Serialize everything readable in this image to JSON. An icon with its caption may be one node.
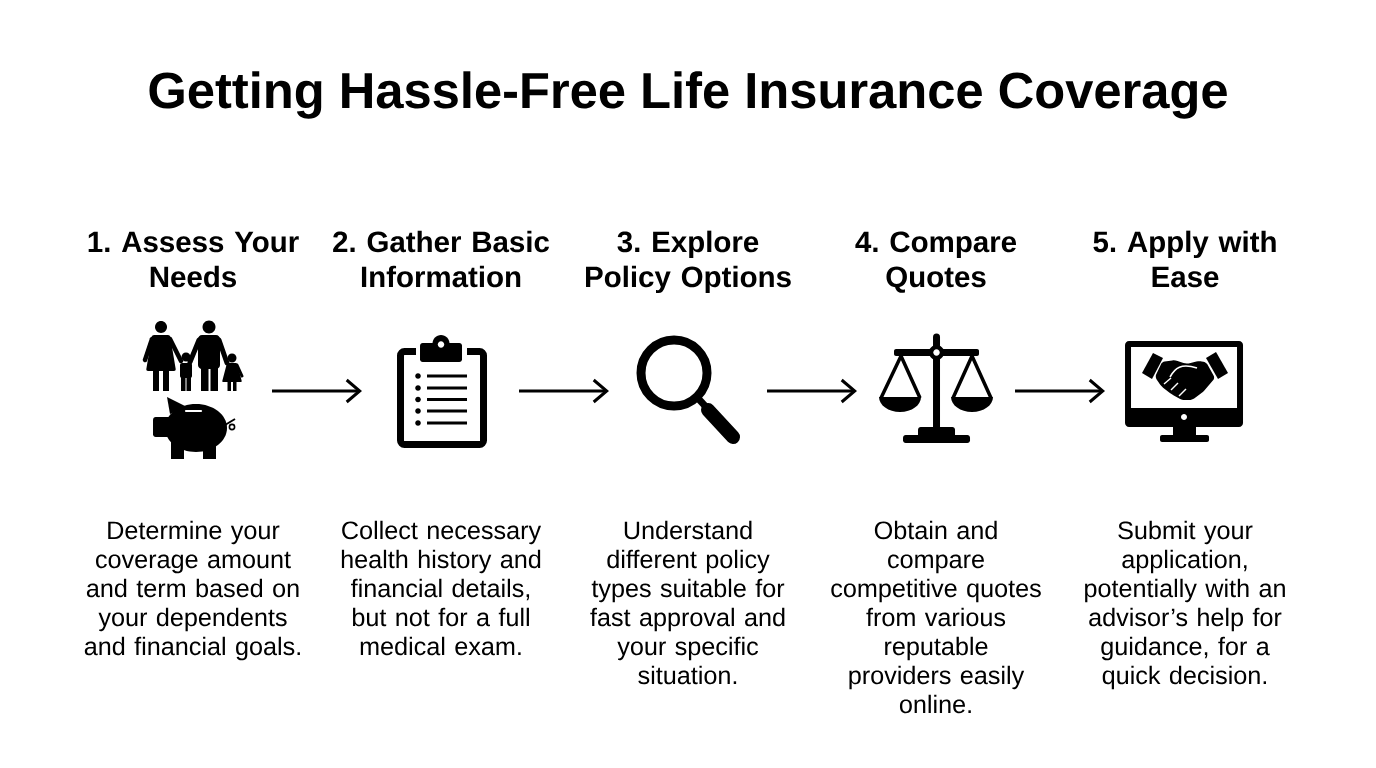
{
  "diagram": {
    "title": "Getting Hassle-Free Life Insurance Coverage",
    "nodes": [
      {
        "text": [],
        "shape": "picture",
        "beside": [
          "1. Assess Your Needs",
          "Determine your coverage amount and term based on your dependents and financial goals."
        ]
      },
      {
        "text": [],
        "shape": "picture",
        "beside": [
          "2. Gather Basic Information",
          "Collect necessary health history and financial details, but not for a full medical exam."
        ]
      },
      {
        "text": [],
        "shape": "picture",
        "beside": [
          "3. Explore Policy Options",
          "Understand different policy types suitable for fast approval and your specific situation."
        ]
      },
      {
        "text": [],
        "shape": "picture",
        "beside": [
          "4. Compare Quotes",
          "Obtain and compare competitive quotes from various reputable providers easily online."
        ]
      },
      {
        "text": [],
        "shape": "picture",
        "beside": [
          "5. Apply with Ease",
          "Submit your application, potentially with an advisor’s help for guidance, for a quick decision."
        ]
      }
    ],
    "edges": [
      {
        "from": 0,
        "to": 1,
        "arrow": "to"
      },
      {
        "from": 1,
        "to": 2,
        "arrow": "to"
      },
      {
        "from": 2,
        "to": 3,
        "arrow": "to"
      },
      {
        "from": 3,
        "to": 4,
        "arrow": "to"
      }
    ]
  }
}
